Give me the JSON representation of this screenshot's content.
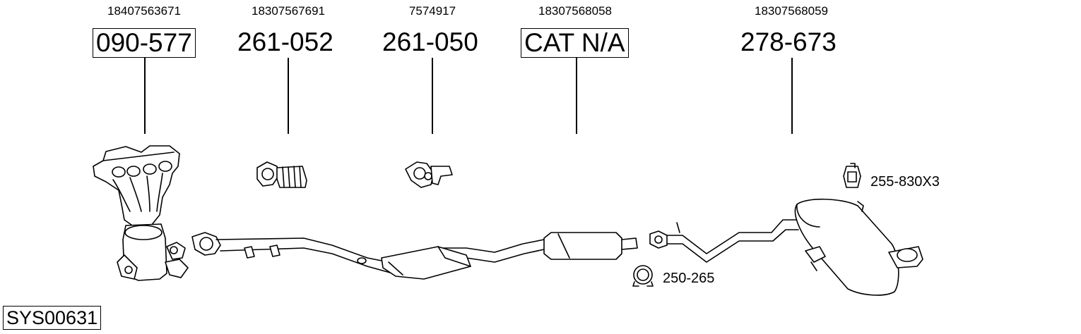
{
  "parts": [
    {
      "oem": "18407563671",
      "number": "090-577",
      "boxed": true
    },
    {
      "oem": "18307567691",
      "number": "261-052",
      "boxed": false
    },
    {
      "oem": "7574917",
      "number": "261-050",
      "boxed": false
    },
    {
      "oem": "18307568058",
      "number": "CAT N/A",
      "boxed": true
    },
    {
      "oem": "18307568059",
      "number": "278-673",
      "boxed": false
    }
  ],
  "accessories": {
    "hanger_label": "255-830X3",
    "clamp_label": "250-265"
  },
  "system_code": "SYS00631"
}
